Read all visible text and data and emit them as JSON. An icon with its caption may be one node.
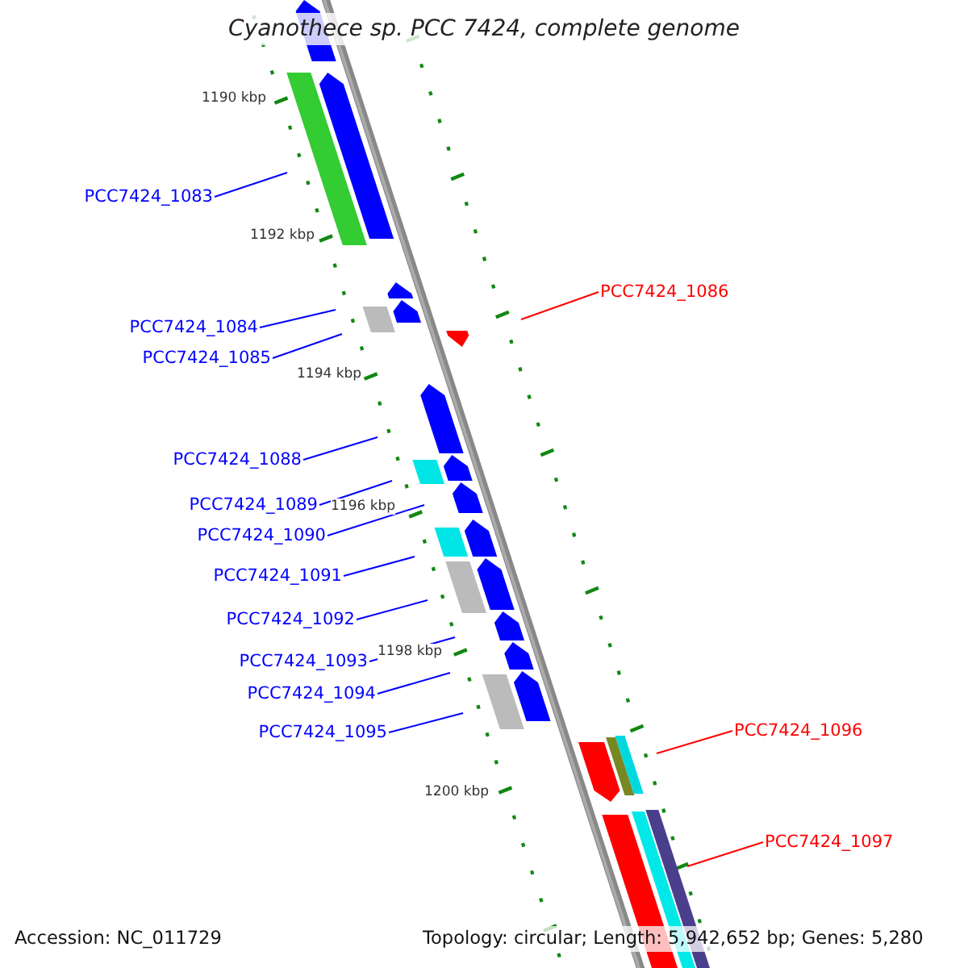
{
  "diagram": {
    "title": "Cyanothece sp. PCC 7424, complete genome",
    "nodes": [
      {
        "text": [
          "PCC7424_1083"
        ]
      },
      {
        "text": [
          "PCC7424_1086"
        ]
      },
      {
        "text": [
          "PCC7424_1084"
        ]
      },
      {
        "text": [
          "PCC7424_1085"
        ]
      },
      {
        "text": [
          "PCC7424_1088"
        ]
      },
      {
        "text": [
          "PCC7424_1089"
        ]
      },
      {
        "text": [
          "PCC7424_1090"
        ]
      },
      {
        "text": [
          "PCC7424_1091"
        ]
      },
      {
        "text": [
          "PCC7424_1092"
        ]
      },
      {
        "text": [
          "PCC7424_1093"
        ]
      },
      {
        "text": [
          "PCC7424_1094"
        ]
      },
      {
        "text": [
          "PCC7424_1095"
        ]
      },
      {
        "text": [
          "PCC7424_1096"
        ]
      },
      {
        "text": [
          "PCC7424_1097"
        ]
      }
    ],
    "edges": [
      {
        "from": 0,
        "to": null,
        "arrow": "none"
      },
      {
        "from": 1,
        "to": null,
        "arrow": "none",
        "color": "#ff0000"
      },
      {
        "from": 2,
        "to": null,
        "arrow": "none"
      },
      {
        "from": 3,
        "to": null,
        "arrow": "none"
      },
      {
        "from": 4,
        "to": null,
        "arrow": "none"
      },
      {
        "from": 5,
        "to": null,
        "arrow": "none"
      },
      {
        "from": 6,
        "to": null,
        "arrow": "none"
      },
      {
        "from": 7,
        "to": null,
        "arrow": "none"
      },
      {
        "from": 8,
        "to": null,
        "arrow": "none"
      },
      {
        "from": 9,
        "to": null,
        "arrow": "none"
      },
      {
        "from": 10,
        "to": null,
        "arrow": "none"
      },
      {
        "from": 11,
        "to": null,
        "arrow": "none"
      },
      {
        "from": 12,
        "to": null,
        "arrow": "none",
        "color": "#ff0000"
      },
      {
        "from": 13,
        "to": null,
        "arrow": "none",
        "color": "#ff0000"
      }
    ],
    "labels": [
      "1190 kbp",
      "1192 kbp",
      "1194 kbp",
      "1196 kbp",
      "1198 kbp",
      "1200 kbp",
      "Accession: NC_011729",
      "Topology: circular; Length: 5,942,652 bp; Genes: 5,280"
    ]
  }
}
